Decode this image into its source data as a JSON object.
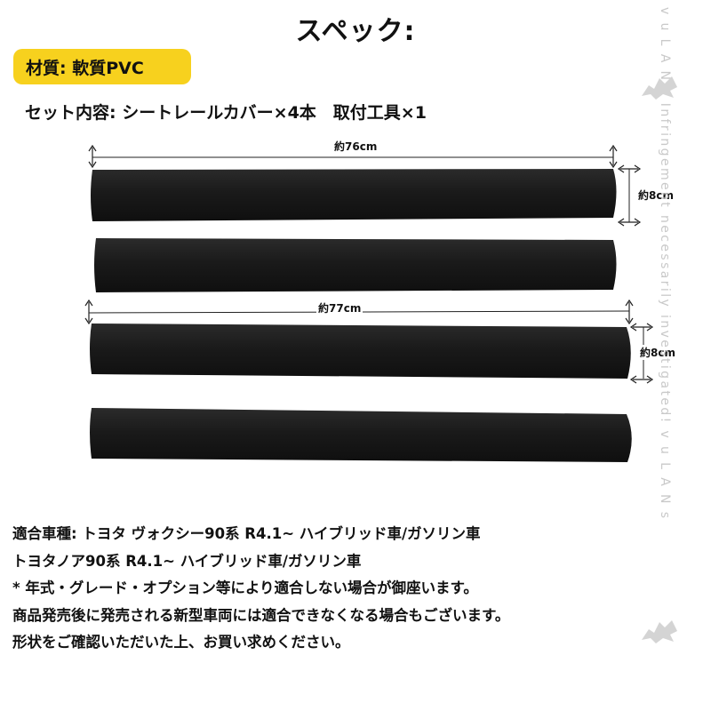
{
  "title": "スペック:",
  "material": "材質: 軟質PVC",
  "set_contents": "セット内容: シートレールカバー×4本　取付工具×1",
  "dimensions": {
    "top_length": "約76cm",
    "top_width": "約8cm",
    "bottom_length": "約77cm",
    "bottom_width": "約8cm"
  },
  "notes": [
    "適合車種: トヨタ ヴォクシー90系 R4.1~ ハイブリッド車/ガソリン車",
    "トヨタノア90系 R4.1~ ハイブリッド車/ガソリン車",
    " * 年式・グレード・オプション等により適合しない場合が御座います。",
    "商品発売後に発売される新型車両には適合できなくなる場合もございます。",
    "形状をご確認いただいた上、お買い求めください。"
  ],
  "watermark_text": "v u L A N s Infringement necessarily investigated! v u L A N s",
  "colors": {
    "badge": "#f7d11e",
    "strip": "#1a1a1a",
    "watermark": "#c9c9c9"
  },
  "icons": [
    "double-arrow-icon",
    "watermark-logo-icon"
  ]
}
